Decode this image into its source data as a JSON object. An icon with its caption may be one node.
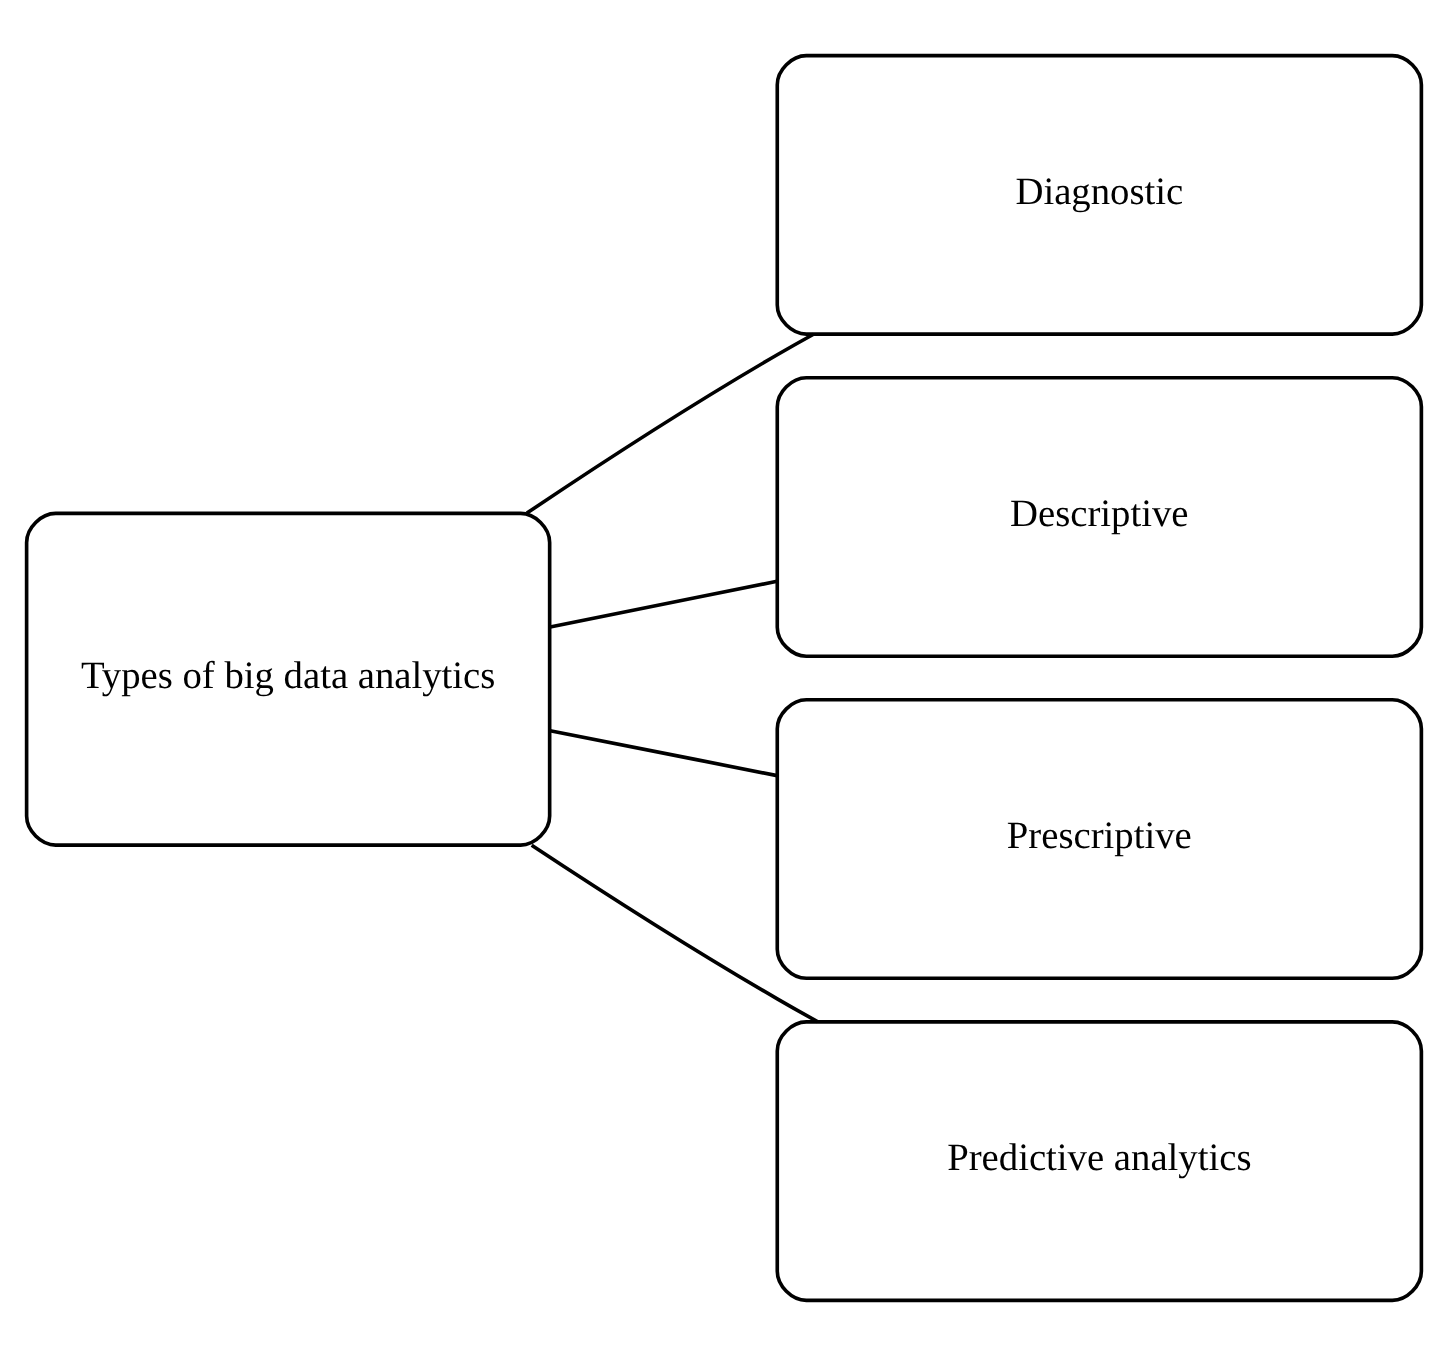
{
  "diagram": {
    "nodes": [
      {
        "text": [
          "Types of big data analytics"
        ]
      },
      {
        "text": [
          "Diagnostic"
        ]
      },
      {
        "text": [
          "Descriptive"
        ]
      },
      {
        "text": [
          "Prescriptive"
        ]
      },
      {
        "text": [
          "Predictive analytics"
        ]
      }
    ],
    "edges": [
      {
        "from": 0,
        "to": 1,
        "arrow": "none"
      },
      {
        "from": 0,
        "to": 2,
        "arrow": "none"
      },
      {
        "from": 0,
        "to": 3,
        "arrow": "none"
      },
      {
        "from": 0,
        "to": 4,
        "arrow": "none"
      }
    ]
  }
}
